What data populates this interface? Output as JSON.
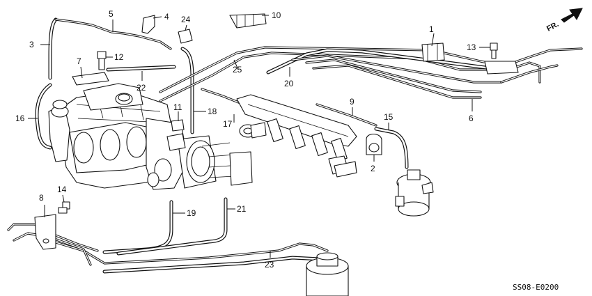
{
  "diagram": {
    "code": "SS08-E0200",
    "direction_label": "FR.",
    "callouts": [
      {
        "id": "c1",
        "text": "1"
      },
      {
        "id": "c2",
        "text": "2"
      },
      {
        "id": "c3",
        "text": "3"
      },
      {
        "id": "c4",
        "text": "4"
      },
      {
        "id": "c5",
        "text": "5"
      },
      {
        "id": "c6",
        "text": "6"
      },
      {
        "id": "c7",
        "text": "7"
      },
      {
        "id": "c8",
        "text": "8"
      },
      {
        "id": "c9",
        "text": "9"
      },
      {
        "id": "c10",
        "text": "10"
      },
      {
        "id": "c11",
        "text": "11"
      },
      {
        "id": "c12",
        "text": "12"
      },
      {
        "id": "c13",
        "text": "13"
      },
      {
        "id": "c14",
        "text": "14"
      },
      {
        "id": "c15",
        "text": "15"
      },
      {
        "id": "c16",
        "text": "16"
      },
      {
        "id": "c17",
        "text": "17"
      },
      {
        "id": "c18",
        "text": "18"
      },
      {
        "id": "c19",
        "text": "19"
      },
      {
        "id": "c20",
        "text": "20"
      },
      {
        "id": "c21",
        "text": "21"
      },
      {
        "id": "c22",
        "text": "22"
      },
      {
        "id": "c23",
        "text": "23"
      },
      {
        "id": "c24",
        "text": "24"
      },
      {
        "id": "c25",
        "text": "25"
      }
    ]
  }
}
